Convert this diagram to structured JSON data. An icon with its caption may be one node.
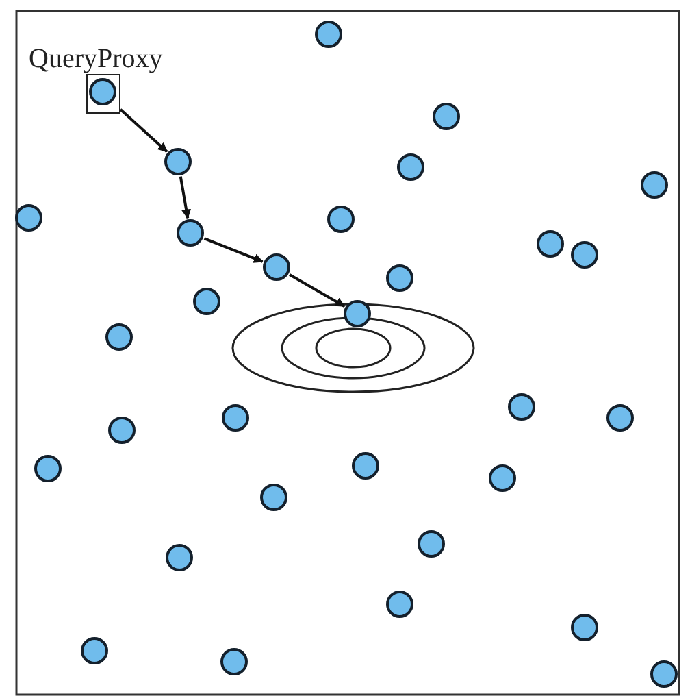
{
  "diagram": {
    "nodes": [
      {
        "text": [
          "QueryProxy"
        ]
      },
      {
        "text": [],
        "shape": "circle",
        "in": 0
      },
      {
        "text": [],
        "shape": "circle"
      },
      {
        "text": [],
        "shape": "circle"
      },
      {
        "text": [],
        "shape": "circle"
      },
      {
        "text": [],
        "shape": "circle"
      },
      {
        "text": [],
        "shape": "circle"
      },
      {
        "text": [],
        "shape": "circle"
      },
      {
        "text": [],
        "shape": "circle"
      },
      {
        "text": [],
        "shape": "circle"
      },
      {
        "text": [],
        "shape": "circle"
      },
      {
        "text": [],
        "shape": "circle"
      },
      {
        "text": [],
        "shape": "circle"
      },
      {
        "text": [],
        "shape": "circle"
      },
      {
        "text": [],
        "shape": "circle"
      },
      {
        "text": [],
        "shape": "circle"
      },
      {
        "text": [],
        "shape": "circle"
      },
      {
        "text": [],
        "shape": "circle"
      },
      {
        "text": [],
        "shape": "circle"
      },
      {
        "text": [],
        "shape": "circle"
      },
      {
        "text": [],
        "shape": "circle"
      },
      {
        "text": [],
        "shape": "circle"
      },
      {
        "text": [],
        "shape": "circle"
      },
      {
        "text": [],
        "shape": "circle"
      },
      {
        "text": [],
        "shape": "circle"
      },
      {
        "text": [],
        "shape": "circle"
      },
      {
        "text": [],
        "shape": "circle"
      },
      {
        "text": [],
        "shape": "circle"
      },
      {
        "text": [],
        "shape": "circle"
      },
      {
        "text": [],
        "shape": "circle"
      },
      {
        "text": [],
        "shape": "circle"
      },
      {
        "text": [],
        "shape": "circle"
      }
    ],
    "edges": [
      {
        "from": 0,
        "to": 4,
        "arrow": "to"
      },
      {
        "from": 4,
        "to": 9,
        "arrow": "to"
      },
      {
        "from": 9,
        "to": 12,
        "arrow": "to"
      },
      {
        "from": 12,
        "to": 15,
        "arrow": "to"
      }
    ]
  }
}
